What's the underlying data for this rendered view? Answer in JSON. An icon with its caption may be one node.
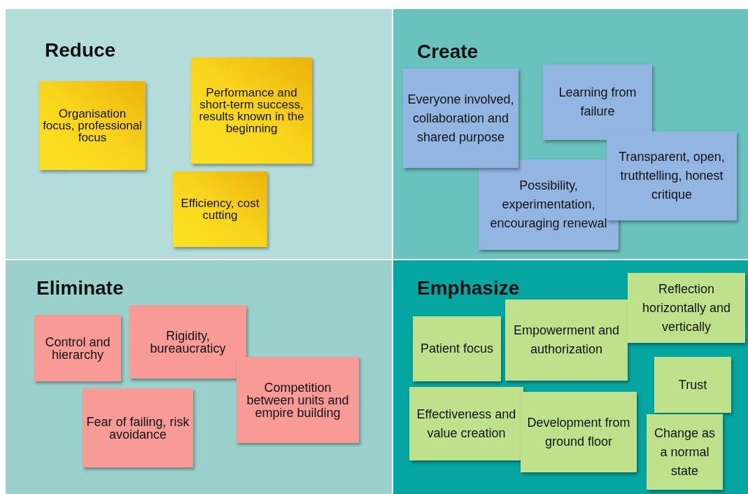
{
  "diagram": {
    "nodes": [
      {
        "text": [
          "Reduce"
        ]
      },
      {
        "text": [
          "Organisation focus, professional focus"
        ],
        "in": 0
      },
      {
        "text": [
          "Performance and short-term success, results known in the beginning"
        ],
        "in": 0
      },
      {
        "text": [
          "Efficiency, cost cutting"
        ],
        "in": 0
      },
      {
        "text": [
          "Create"
        ]
      },
      {
        "text": [
          "Everyone involved, collaboration and shared purpose"
        ],
        "in": 4
      },
      {
        "text": [
          "Learning from failure"
        ],
        "in": 4
      },
      {
        "text": [
          "Possibility, experimentation, encouraging renewal"
        ],
        "in": 4
      },
      {
        "text": [
          "Transparent, open, truthtelling, honest critique"
        ],
        "in": 4
      },
      {
        "text": [
          "Eliminate"
        ]
      },
      {
        "text": [
          "Control and hierarchy"
        ],
        "in": 9
      },
      {
        "text": [
          "Rigidity, bureaucraticy"
        ],
        "in": 9
      },
      {
        "text": [
          "Competition between units and empire building"
        ],
        "in": 9
      },
      {
        "text": [
          "Fear of failing, risk avoidance"
        ],
        "in": 9
      },
      {
        "text": [
          "Emphasize"
        ]
      },
      {
        "text": [
          "Patient focus"
        ],
        "in": 14
      },
      {
        "text": [
          "Empowerment and authorization"
        ],
        "in": 14
      },
      {
        "text": [
          "Reflection horizontally and vertically"
        ],
        "in": 14
      },
      {
        "text": [
          "Trust"
        ],
        "in": 14
      },
      {
        "text": [
          "Effectiveness and value creation"
        ],
        "in": 14
      },
      {
        "text": [
          "Development from ground floor"
        ],
        "in": 14
      },
      {
        "text": [
          "Change as a normal state"
        ],
        "in": 14
      }
    ]
  }
}
